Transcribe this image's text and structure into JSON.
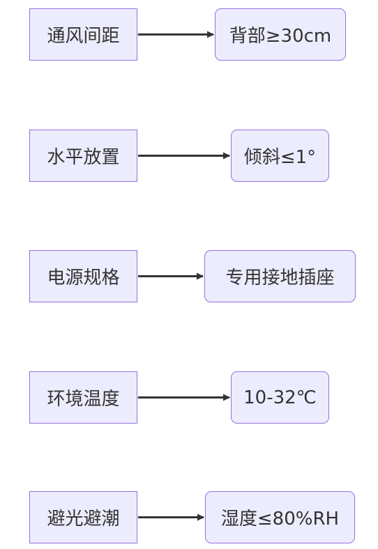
{
  "rows": [
    {
      "source": "通风间距",
      "target": "背部≥30cm"
    },
    {
      "source": "水平放置",
      "target": "倾斜≤1°"
    },
    {
      "source": "电源规格",
      "target": "专用接地插座"
    },
    {
      "source": "环境温度",
      "target": "10-32℃"
    },
    {
      "source": "避光避潮",
      "target": "湿度≤80%RH"
    }
  ],
  "colors": {
    "node_fill": "#ececff",
    "node_border": "#9370db",
    "edge": "#333333",
    "text": "#333333"
  }
}
